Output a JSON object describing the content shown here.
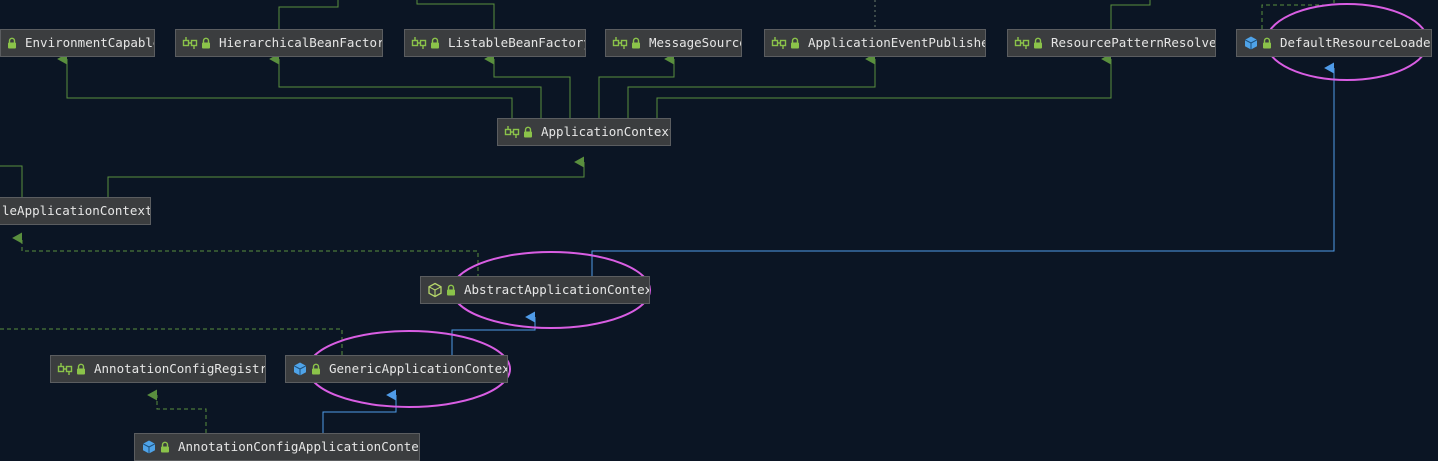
{
  "nodes": {
    "environment_capable": "EnvironmentCapable",
    "hierarchical_bean_factory": "HierarchicalBeanFactory",
    "listable_bean_factory": "ListableBeanFactory",
    "message_source": "MessageSource",
    "application_event_publisher": "ApplicationEventPublisher",
    "resource_pattern_resolver": "ResourcePatternResolver",
    "default_resource_loader": "DefaultResourceLoader",
    "application_context": "ApplicationContext",
    "configurable_application_context": "leApplicationContext",
    "abstract_application_context": "AbstractApplicationContext",
    "annotation_config_registry": "AnnotationConfigRegistry",
    "generic_application_context": "GenericApplicationContext",
    "annotation_config_application_context": "AnnotationConfigApplicationContext"
  },
  "icons": {
    "interface": "interface-icon",
    "class": "class-icon",
    "abstract_class": "abstract-class-icon",
    "public_access": "lock-icon"
  },
  "colors": {
    "background": "#0b1524",
    "node_fill": "#3b3d3f",
    "interface_arrow": "#5a8f3e",
    "class_arrow": "#4f9be8",
    "highlight_circle": "#d95ee3"
  }
}
